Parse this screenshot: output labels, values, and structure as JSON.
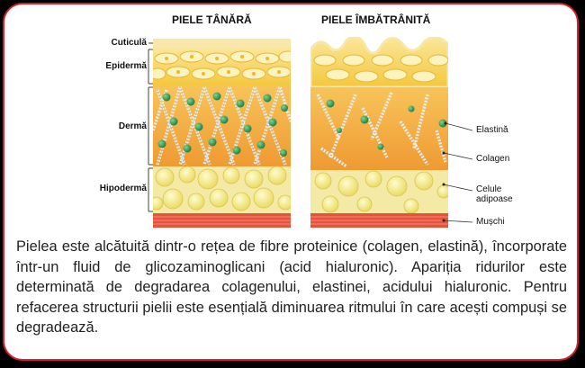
{
  "titles": {
    "young": "PIELE TÂNĂRĂ",
    "aged": "PIELE ÎMBĂTRÂNITĂ"
  },
  "layers": {
    "cuticle": "Cuticulă",
    "epidermis": "Epidermă",
    "dermis": "Dermă",
    "hypodermis": "Hipodermă"
  },
  "components": {
    "elastin": "Elastină",
    "collagen": "Colagen",
    "fat_cells": "Celule adipoase",
    "muscles": "Mușchi"
  },
  "description": "Pielea este alcătuită dintr-o rețea de fibre proteinice (colagen, elastină), încorporate într-un fluid de glicozaminoglicani (acid hialuronic). Apariția ridurilor este determinată de degradarea colagenului, elastinei, acidului hialuronic. Pentru refacerea structurii pielii este esențială diminuarea ritmului în care acești compuși se degradează.",
  "colors": {
    "frame": "#d6202b",
    "epidermis": "#f6d24a",
    "dermis": "#f2a43a",
    "fat": "#f5ec8e",
    "muscle": "#e5533c",
    "elastin": "#2e9a52",
    "collagen": "#e8eef0"
  }
}
